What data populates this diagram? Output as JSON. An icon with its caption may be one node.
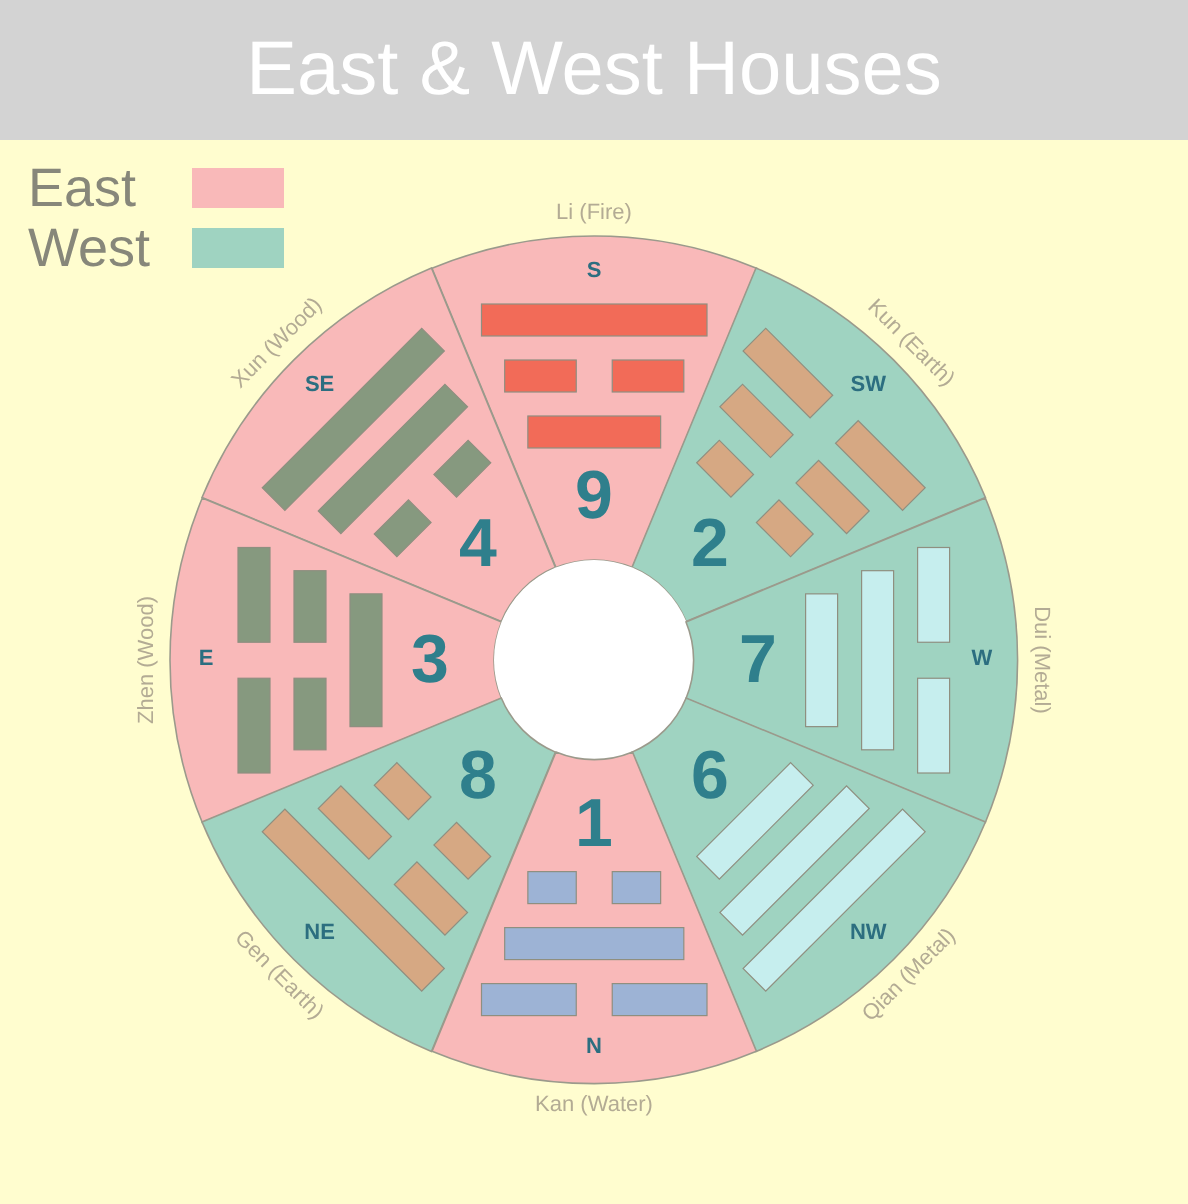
{
  "diagram": {
    "title": "East & West Houses",
    "nodes": [
      {
        "text": [
          "S",
          "9"
        ],
        "beside": [
          "Li (Fire)"
        ]
      },
      {
        "text": [
          "SE",
          "4"
        ],
        "beside": [
          "Xun (Wood)"
        ]
      },
      {
        "text": [
          "SW",
          "2"
        ],
        "beside": [
          "Kun (Earth)"
        ]
      },
      {
        "text": [
          "E",
          "3"
        ],
        "beside": [
          "Zhen (Wood)"
        ]
      },
      {
        "text": [],
        "shape": "circle"
      },
      {
        "text": [
          "7",
          "W"
        ],
        "beside": [
          "Dui (Metal)"
        ]
      },
      {
        "text": [
          "8",
          "NE"
        ],
        "beside": [
          "Gen (Earth)"
        ]
      },
      {
        "text": [
          "6",
          "NW"
        ],
        "beside": [
          "Qian (Metal)"
        ]
      },
      {
        "text": [
          "1",
          "N"
        ],
        "beside": [
          "Kan (Water)"
        ]
      }
    ],
    "legend": [
      {
        "text": "East",
        "color": "#f9b9b9"
      },
      {
        "text": "West",
        "color": "#9fd3c1"
      }
    ]
  }
}
